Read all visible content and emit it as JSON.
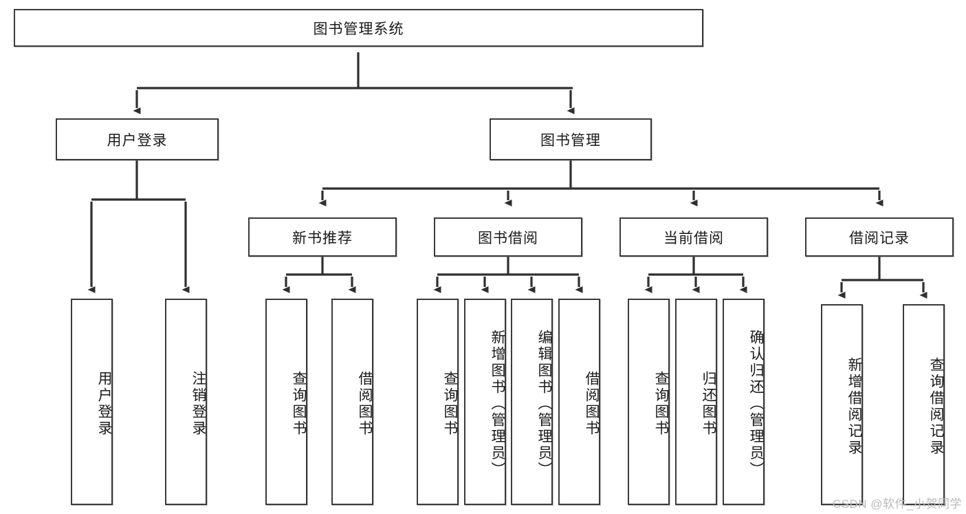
{
  "diagram": {
    "type": "tree-hierarchy",
    "title": "图书管理系统",
    "watermark": "CSDN @软件_小贺同学",
    "colors": {
      "stroke": "#3a3a3a",
      "fill": "#ffffff",
      "text": "#1a1a1a",
      "watermark": "#b9b9b9"
    },
    "nodes": {
      "root": {
        "label": "图书管理系统",
        "orientation": "horizontal",
        "level": 0
      },
      "user_login": {
        "label": "用户登录",
        "orientation": "horizontal",
        "level": 1
      },
      "book_manage": {
        "label": "图书管理",
        "orientation": "horizontal",
        "level": 1
      },
      "new_book_rec": {
        "label": "新书推荐",
        "orientation": "horizontal",
        "level": 2
      },
      "book_borrow": {
        "label": "图书借阅",
        "orientation": "horizontal",
        "level": 2
      },
      "current_borrow": {
        "label": "当前借阅",
        "orientation": "horizontal",
        "level": 2
      },
      "borrow_record": {
        "label": "借阅记录",
        "orientation": "horizontal",
        "level": 2
      },
      "leaf_user_login": {
        "label": "用户登录",
        "orientation": "vertical",
        "level": 2,
        "parent": "user_login"
      },
      "leaf_logout": {
        "label": "注销登录",
        "orientation": "vertical",
        "level": 2,
        "parent": "user_login"
      },
      "leaf_query_book_1": {
        "label": "查询图书",
        "orientation": "vertical",
        "level": 3,
        "parent": "new_book_rec"
      },
      "leaf_borrow_book_1": {
        "label": "借阅图书",
        "orientation": "vertical",
        "level": 3,
        "parent": "new_book_rec"
      },
      "leaf_query_book_2": {
        "label": "查询图书",
        "orientation": "vertical",
        "level": 3,
        "parent": "book_borrow"
      },
      "leaf_add_book": {
        "label": "新增图书（管理员）",
        "orientation": "vertical",
        "level": 3,
        "parent": "book_borrow"
      },
      "leaf_edit_book": {
        "label": "编辑图书（管理员）",
        "orientation": "vertical",
        "level": 3,
        "parent": "book_borrow"
      },
      "leaf_borrow_book_2": {
        "label": "借阅图书",
        "orientation": "vertical",
        "level": 3,
        "parent": "book_borrow"
      },
      "leaf_query_book_3": {
        "label": "查询图书",
        "orientation": "vertical",
        "level": 3,
        "parent": "current_borrow"
      },
      "leaf_return_book": {
        "label": "归还图书",
        "orientation": "vertical",
        "level": 3,
        "parent": "current_borrow"
      },
      "leaf_confirm_return": {
        "label": "确认归还（管理员）",
        "orientation": "vertical",
        "level": 3,
        "parent": "current_borrow"
      },
      "leaf_add_record": {
        "label": "新增借阅记录",
        "orientation": "vertical",
        "level": 3,
        "parent": "borrow_record"
      },
      "leaf_query_record": {
        "label": "查询借阅记录",
        "orientation": "vertical",
        "level": 3,
        "parent": "borrow_record"
      }
    },
    "edges": [
      {
        "from": "root",
        "to": "user_login"
      },
      {
        "from": "root",
        "to": "book_manage"
      },
      {
        "from": "user_login",
        "to": "leaf_user_login"
      },
      {
        "from": "user_login",
        "to": "leaf_logout"
      },
      {
        "from": "book_manage",
        "to": "new_book_rec"
      },
      {
        "from": "book_manage",
        "to": "book_borrow"
      },
      {
        "from": "book_manage",
        "to": "current_borrow"
      },
      {
        "from": "book_manage",
        "to": "borrow_record"
      },
      {
        "from": "new_book_rec",
        "to": "leaf_query_book_1"
      },
      {
        "from": "new_book_rec",
        "to": "leaf_borrow_book_1"
      },
      {
        "from": "book_borrow",
        "to": "leaf_query_book_2"
      },
      {
        "from": "book_borrow",
        "to": "leaf_add_book"
      },
      {
        "from": "book_borrow",
        "to": "leaf_edit_book"
      },
      {
        "from": "book_borrow",
        "to": "leaf_borrow_book_2"
      },
      {
        "from": "current_borrow",
        "to": "leaf_query_book_3"
      },
      {
        "from": "current_borrow",
        "to": "leaf_return_book"
      },
      {
        "from": "current_borrow",
        "to": "leaf_confirm_return"
      },
      {
        "from": "borrow_record",
        "to": "leaf_add_record"
      },
      {
        "from": "borrow_record",
        "to": "leaf_query_record"
      }
    ]
  }
}
